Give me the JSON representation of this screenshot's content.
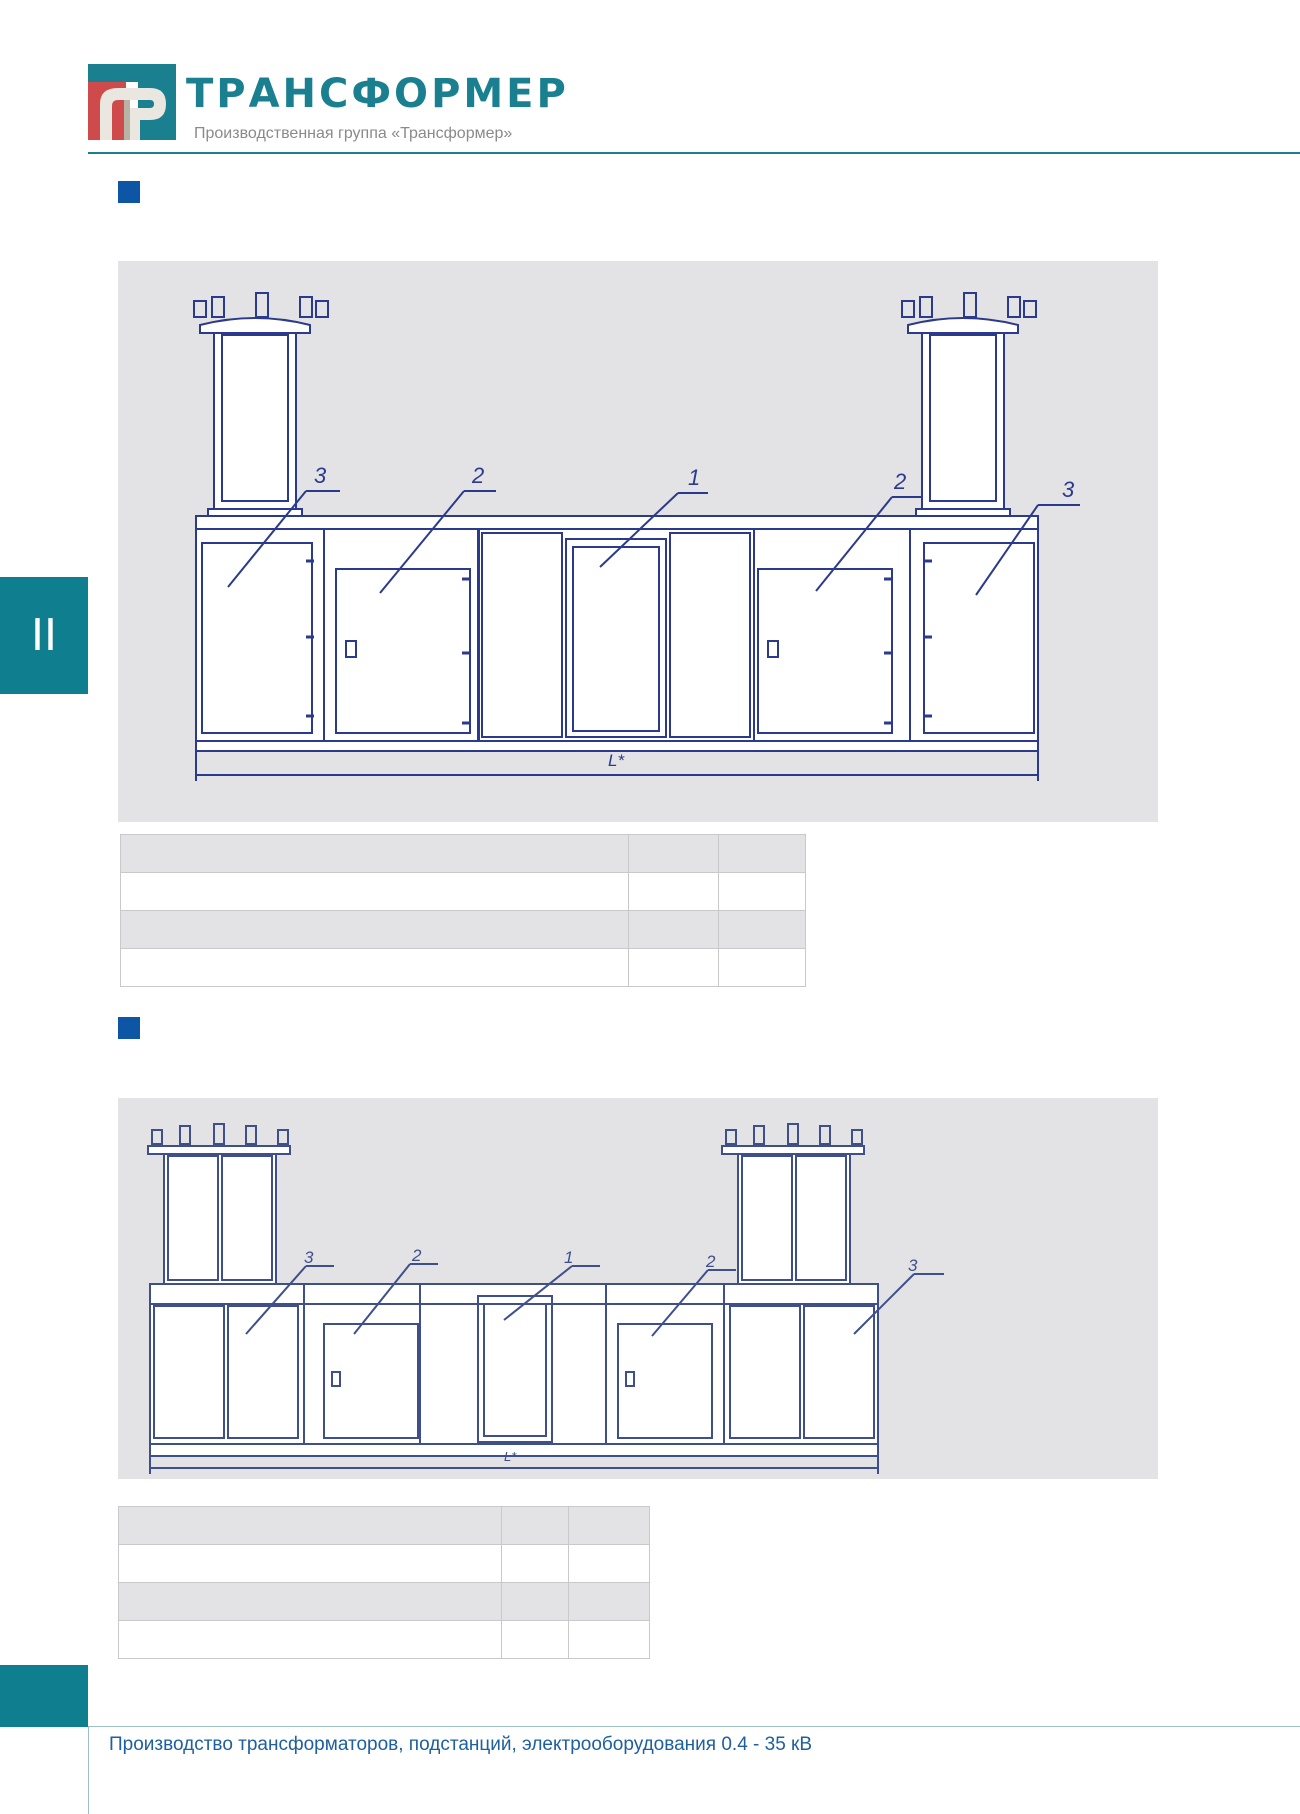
{
  "header": {
    "brand_name": "ТРАНСФОРМЕР",
    "brand_subtitle": "Производственная группа «Трансформер»",
    "logo_letters": "ТР",
    "colors": {
      "teal": "#1a7f8f",
      "red": "#cf4b4b",
      "marker_blue": "#0d56a6"
    }
  },
  "side_tab": {
    "label": "II"
  },
  "drawing1": {
    "callouts": [
      "3",
      "2",
      "1",
      "2",
      "3"
    ],
    "dimension_label": "L*"
  },
  "drawing2": {
    "callouts": [
      "3",
      "2",
      "1",
      "2",
      "3"
    ],
    "dimension_label": "L*"
  },
  "table1": {
    "rows": 4,
    "cols": 3,
    "cells": [
      [
        "",
        "",
        ""
      ],
      [
        "",
        "",
        ""
      ],
      [
        "",
        "",
        ""
      ],
      [
        "",
        "",
        ""
      ]
    ]
  },
  "table2": {
    "rows": 4,
    "cols": 3,
    "cells": [
      [
        "",
        "",
        ""
      ],
      [
        "",
        "",
        ""
      ],
      [
        "",
        "",
        ""
      ],
      [
        "",
        "",
        ""
      ]
    ]
  },
  "footer": {
    "text": "Производство трансформаторов, подстанций, электрооборудования 0.4 - 35 кВ"
  }
}
